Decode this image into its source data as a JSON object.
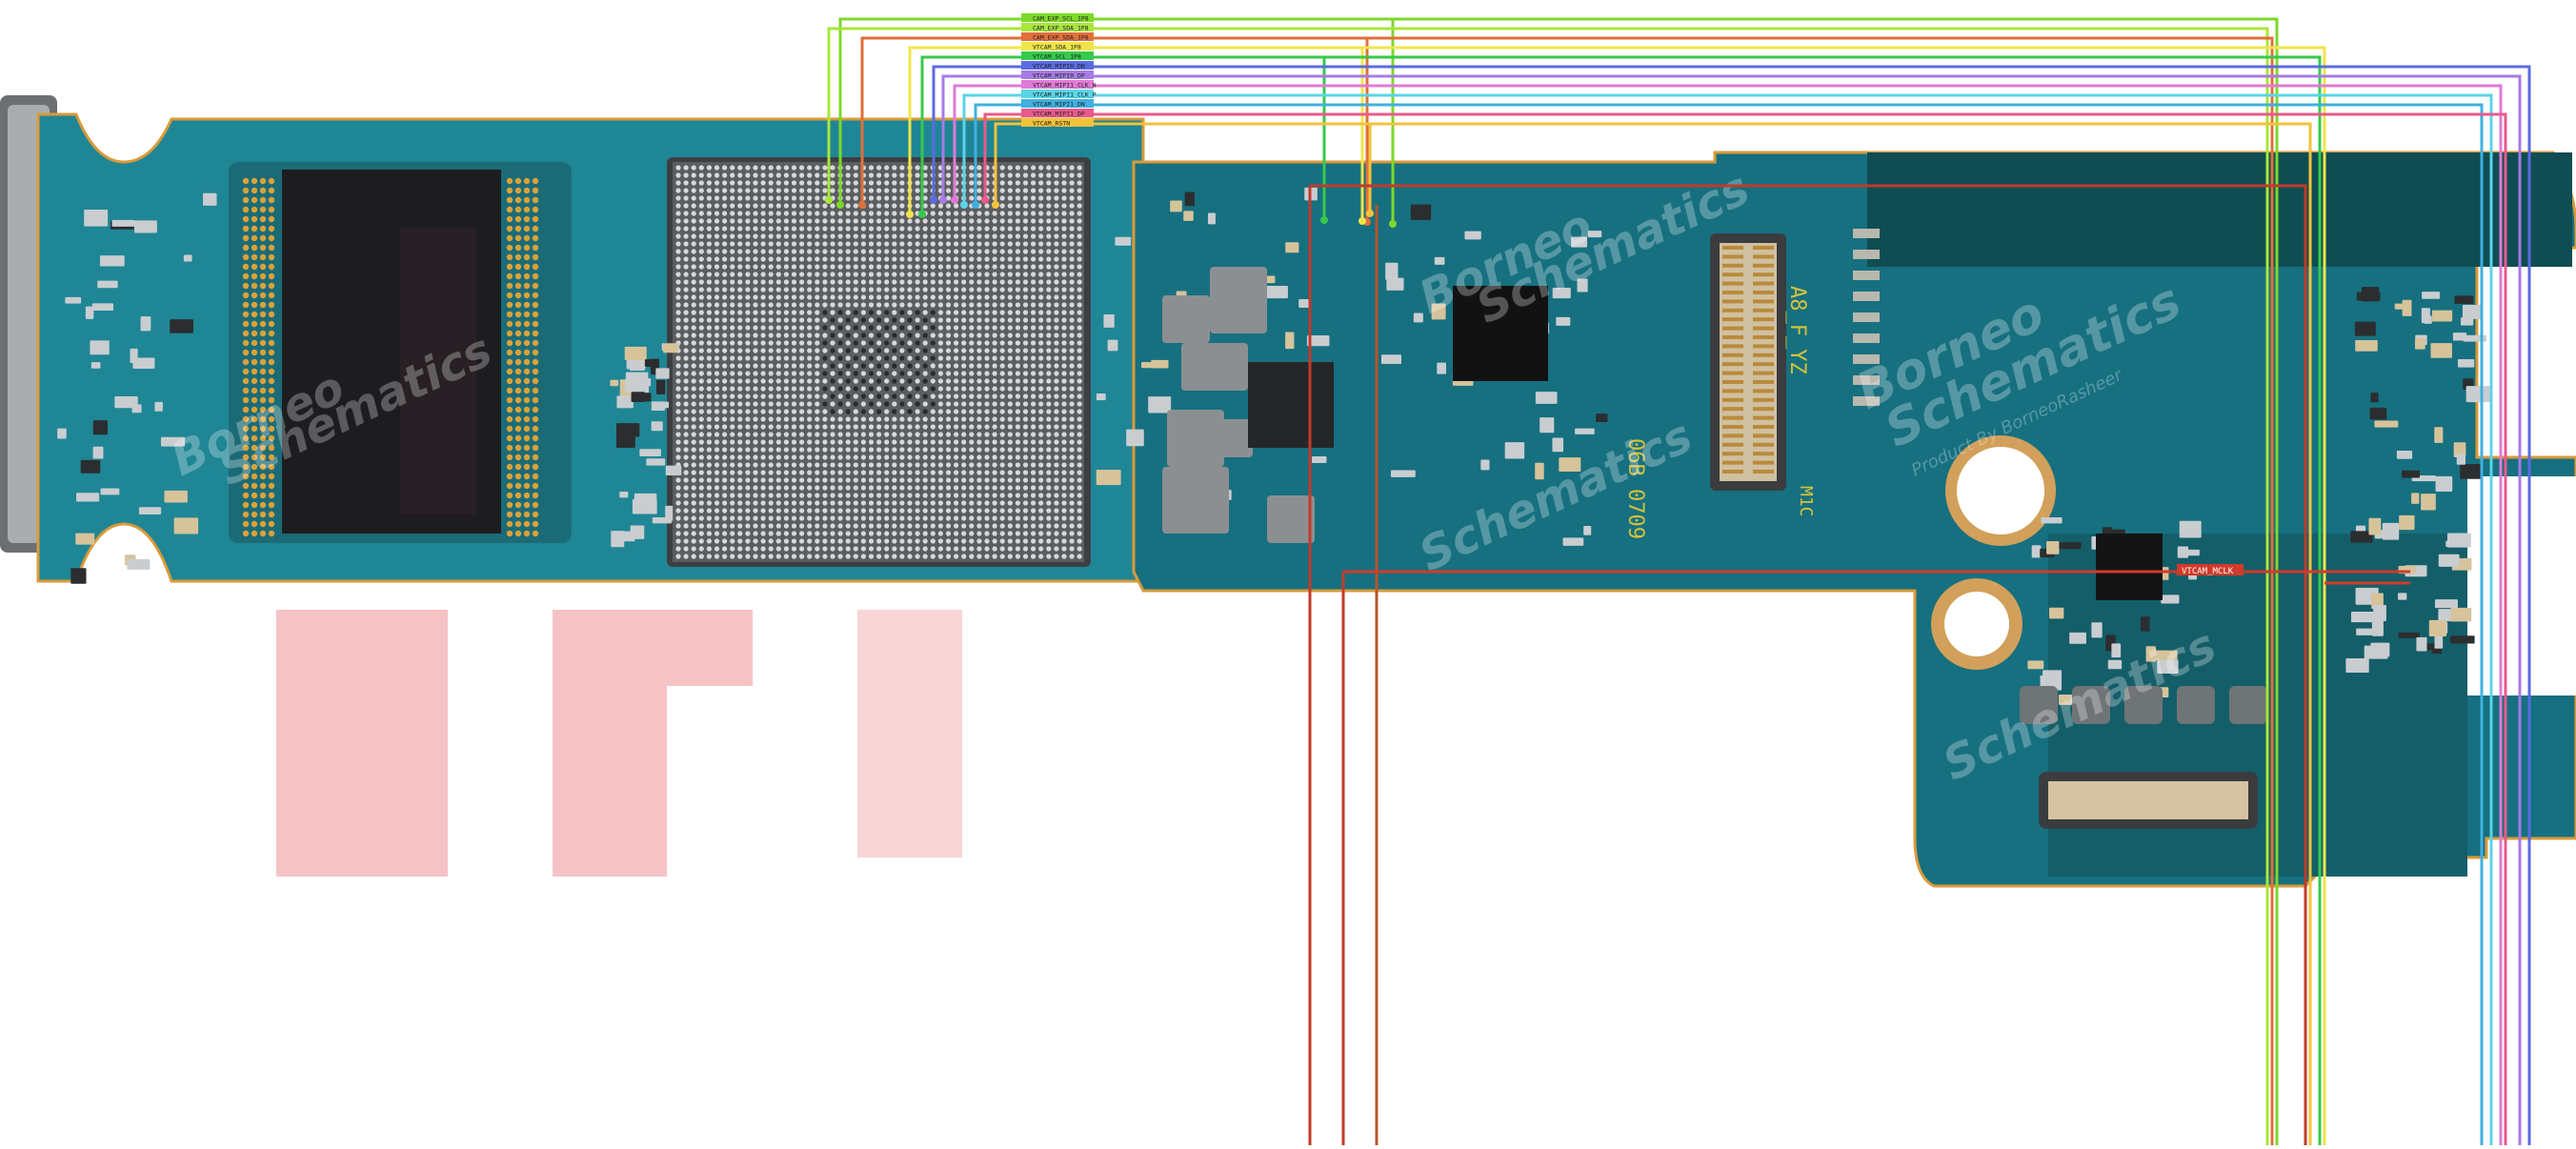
{
  "labels": [
    {
      "text": "CAM_EXP_SCL_1P8",
      "color": "#7cd92a"
    },
    {
      "text": "CAM_EXP_SDA_1P8",
      "color": "#a9e63a"
    },
    {
      "text": "CAM_EXP_SDA_1P8",
      "color": "#e0703a"
    },
    {
      "text": "VTCAM_SDA_1P8",
      "color": "#f1e54a"
    },
    {
      "text": "VTCAM_SCL_1P8",
      "color": "#37c94c"
    },
    {
      "text": "VTCAM_MIPI0_DN",
      "color": "#5b6be0"
    },
    {
      "text": "VTCAM_MIPI0_DP",
      "color": "#a67be4"
    },
    {
      "text": "VTCAM_MIPI1_CLK_N",
      "color": "#e07ad6"
    },
    {
      "text": "VTCAM_MIPI1_CLK_P",
      "color": "#5ad4e8"
    },
    {
      "text": "VTCAM_MIPI1_DN",
      "color": "#3fb0e0"
    },
    {
      "text": "VTCAM_MIPI1_DP",
      "color": "#e85a8c"
    },
    {
      "text": "VTCAM_RSTN",
      "color": "#f3c23a"
    }
  ],
  "board_marks": {
    "rev_a": "A8_F_YZ",
    "rev_b": "06B 0709",
    "mark_c": "M1C",
    "mark_d": "F",
    "mark_e": "Y"
  },
  "connector_label": "VTCAM_MCLK",
  "watermark": {
    "brand": "Borneo",
    "brand2": "Schematics",
    "sub": "Product By BorneoRasheer",
    "logo": "GF"
  },
  "colors": {
    "pcb": "#1e7a8a",
    "pcb_dark": "#0f4d59",
    "pcb_edge": "#3db6c4",
    "gold": "#d4a73a",
    "logo_red": "#f2a9ad"
  }
}
